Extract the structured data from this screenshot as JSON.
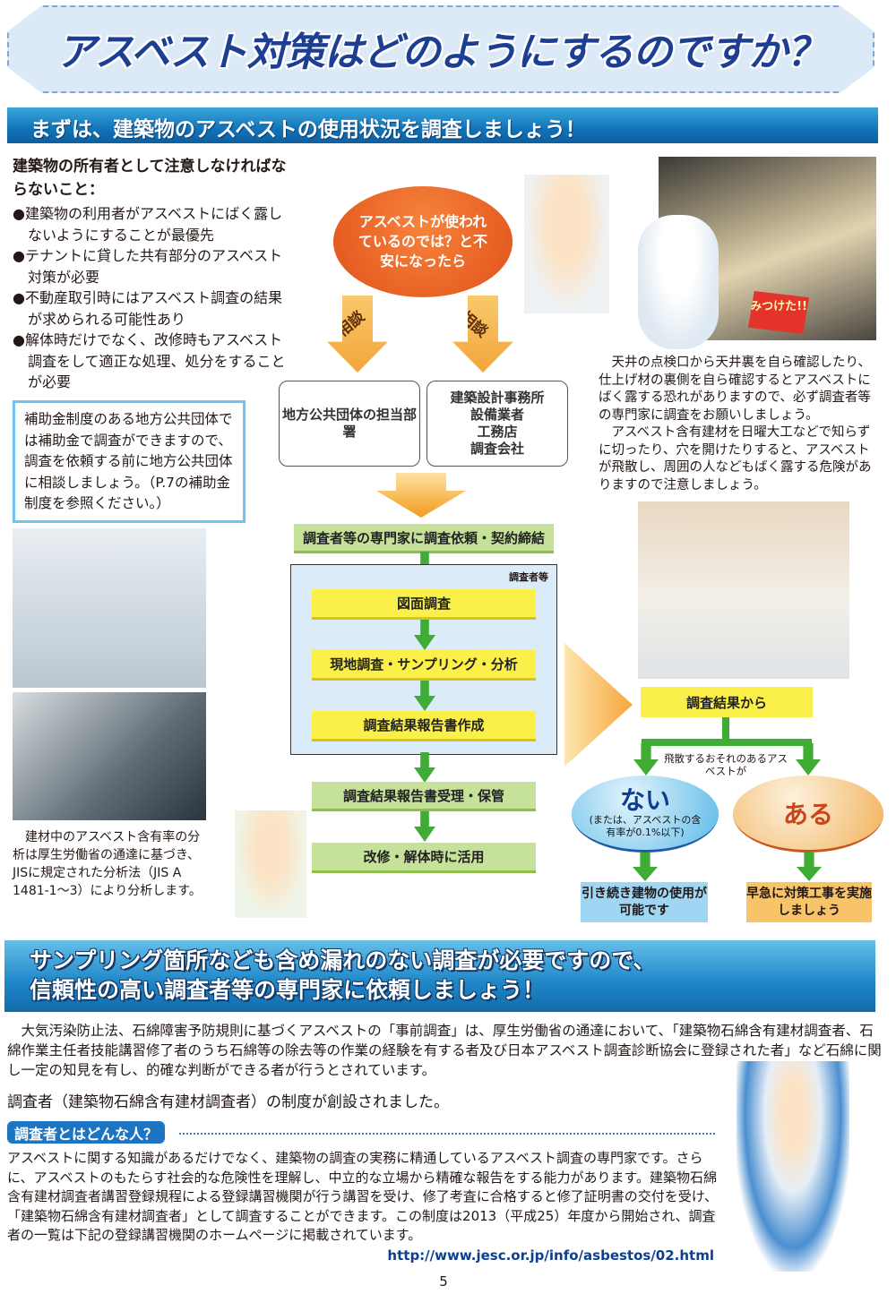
{
  "title": "アスベスト対策はどのようにするのですか？",
  "section1": "まずは、建築物のアスベストの使用状況を調査しましょう！",
  "owner": {
    "heading": "建築物の所有者として注意しなければならないこと：",
    "bullets": [
      "●建築物の利用者がアスベストにばく露しないようにすることが最優先",
      "●テナントに貸した共有部分のアスベスト対策が必要",
      "●不動産取引時にはアスベスト調査の結果が求められる可能性あり",
      "●解体時だけでなく、改修時もアスベスト調査をして適正な処理、処分をすることが必要"
    ]
  },
  "subsidy": "補助金制度のある地方公共団体では補助金で調査ができますので、調査を依頼する前に地方公共団体に相談しましょう。（P.7の補助金制度を参照ください。）",
  "photo_caption": "建材中のアスベスト含有率の分析は厚生労働省の通達に基づき、JISに規定された分析法（JIS A 1481-1～3）により分析します。",
  "worry": "アスベストが使われているのでは？と不安になったら",
  "consult": "相談",
  "consult_targets": [
    "地方公共団体の担当部署",
    "建築設計事務所\n設備業者\n工務店\n調査会社"
  ],
  "found_label": "みつけた!!",
  "warning": [
    "天井の点検口から天井裏を自ら確認したり、仕上げ材の裏側を自ら確認するとアスベストにばく露する恐れがありますので、必ず調査者等の専門家に調査をお願いしましょう。",
    "アスベスト含有建材を日曜大工などで知らずに切ったり、穴を開けたりすると、アスベストが飛散し、周囲の人などもばく露する危険がありますので注意しましょう。"
  ],
  "flow": {
    "contract": "調査者等の専門家に調査依頼・契約締結",
    "inspector_label": "調査者等",
    "steps": [
      "図面調査",
      "現地調査・サンプリング・分析",
      "調査結果報告書作成"
    ],
    "after": [
      "調査結果報告書受理・保管",
      "改修・解体時に活用"
    ]
  },
  "result": {
    "from": "調査結果から",
    "question": "飛散するおそれのあるアスベストが",
    "no": "ない",
    "no_note": "(または、アスベストの含有率が0.1%以下)",
    "yes": "ある",
    "no_action": "引き続き建物の使用が可能です",
    "yes_action": "早急に対策工事を実施しましょう"
  },
  "banner": [
    "サンプリング箇所なども含め漏れのない調査が必要ですので、",
    "信頼性の高い調査者等の専門家に依頼しましょう！"
  ],
  "para1": "　大気汚染防止法、石綿障害予防規則に基づくアスベストの「事前調査」は、厚生労働省の通達において、「建築物石綿含有建材調査者、石綿作業主任者技能講習修了者のうち石綿等の除去等の作業の経験を有する者及び日本アスベスト調査診断協会に登録された者」など石綿に関し一定の知見を有し、的確な判断ができる者が行うとされています。",
  "para2": "調査者（建築物石綿含有建材調査者）の制度が創設されました。",
  "who_tag": "調査者とはどんな人？",
  "who_text": "アスベストに関する知識があるだけでなく、建築物の調査の実務に精通しているアスベスト調査の専門家です。さらに、アスベストのもたらす社会的な危険性を理解し、中立的な立場から精確な報告をする能力があります。建築物石綿含有建材調査者講習登録規程による登録講習機関が行う講習を受け、修了考査に合格すると修了証明書の交付を受け、「建築物石綿含有建材調査者」として調査することができます。この制度は2013（平成25）年度から開始され、調査者の一覧は下記の登録講習機関のホームページに掲載されています。",
  "url": "http://www.jesc.or.jp/info/asbestos/02.html",
  "page": "5"
}
